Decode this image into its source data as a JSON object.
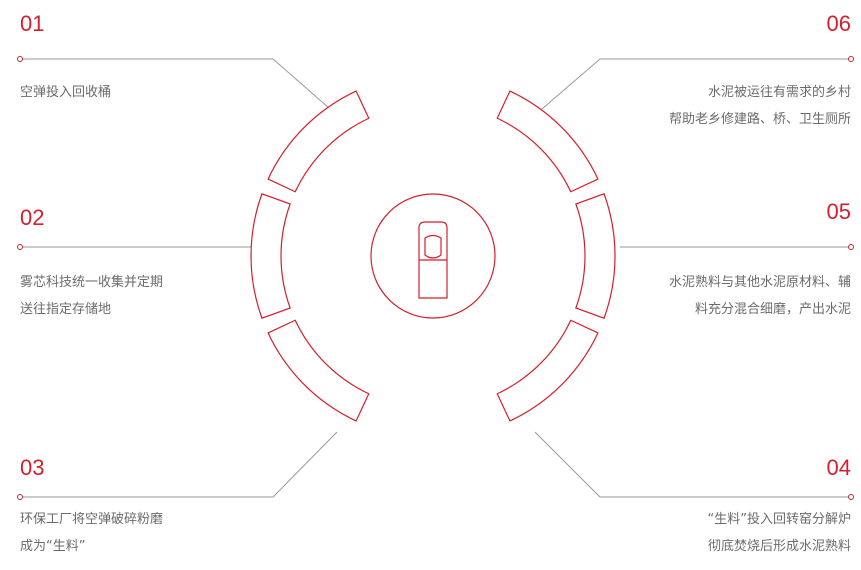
{
  "colors": {
    "accent": "#d41f2c",
    "line": "#9a9a9a",
    "text": "#6b6b6b"
  },
  "center_icon": "vape-pod-icon",
  "steps": [
    {
      "num": "01",
      "lines": [
        "空弹投入回收桶"
      ]
    },
    {
      "num": "02",
      "lines": [
        "雾芯科技统一收集并定期",
        "送往指定存储地"
      ]
    },
    {
      "num": "03",
      "lines": [
        "环保工厂将空弹破碎粉磨",
        "成为“生料”"
      ]
    },
    {
      "num": "04",
      "lines": [
        "“生料”投入回转窑分解炉",
        "彻底焚烧后形成水泥熟料"
      ]
    },
    {
      "num": "05",
      "lines": [
        "水泥熟料与其他水泥原材料、辅",
        "料充分混合细磨，产出水泥"
      ]
    },
    {
      "num": "06",
      "lines": [
        "水泥被运往有需求的乡村",
        "帮助老乡修建路、桥、卫生厕所"
      ]
    }
  ]
}
